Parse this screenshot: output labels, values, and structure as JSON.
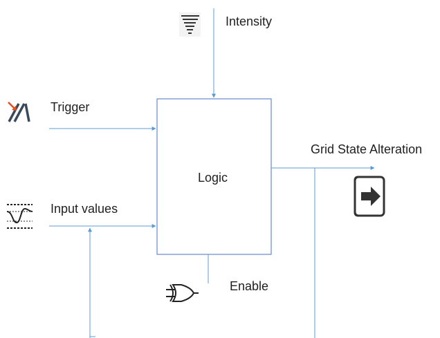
{
  "diagram": {
    "inputs": {
      "intensity": {
        "label": "Intensity",
        "icon": "tornado-icon"
      },
      "trigger": {
        "label": "Trigger",
        "icon": "trigger-icon"
      },
      "input_values": {
        "label": "Input values",
        "icon": "signal-wave-icon"
      }
    },
    "logic_block": {
      "label": "Logic"
    },
    "output": {
      "label": "Grid State Alteration",
      "icon": "exit-icon"
    },
    "enable": {
      "label": "Enable",
      "icon": "xor-gate-icon"
    },
    "colors": {
      "connector": "#5b9bd5",
      "box_border": "#4472c4",
      "icon_dark": "#333333",
      "trigger_accent": "#e84c1f",
      "text": "#1f1f1f"
    }
  }
}
